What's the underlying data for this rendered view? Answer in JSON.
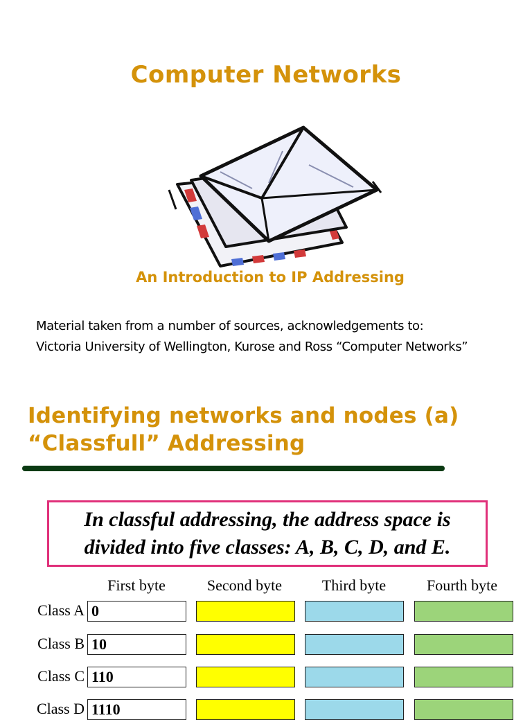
{
  "title": "Computer Networks",
  "subtitle": "An Introduction to IP Addressing",
  "acknowledgement": {
    "line1": "Material taken from a number of sources, acknowledgements to:",
    "line2": "Victoria University of Wellington, Kurose and Ross “Computer Networks”"
  },
  "slide": {
    "heading_line1": "Identifying networks and nodes (a)",
    "heading_line2": "“Classfull” Addressing",
    "callout_line1": "In classful addressing, the address space is",
    "callout_line2": "divided into five classes: A, B, C, D, and E.",
    "columns": [
      "First byte",
      "Second byte",
      "Third byte",
      "Fourth byte"
    ],
    "rows": [
      {
        "label": "Class A",
        "bits": "0"
      },
      {
        "label": "Class B",
        "bits": "10"
      },
      {
        "label": "Class C",
        "bits": "110"
      },
      {
        "label": "Class D",
        "bits": "1110"
      }
    ],
    "byte_colors": [
      "#ffffff",
      "#ffff00",
      "#9cd9ea",
      "#9cd47a"
    ]
  },
  "icons": {
    "illustration": "envelope-icon"
  }
}
